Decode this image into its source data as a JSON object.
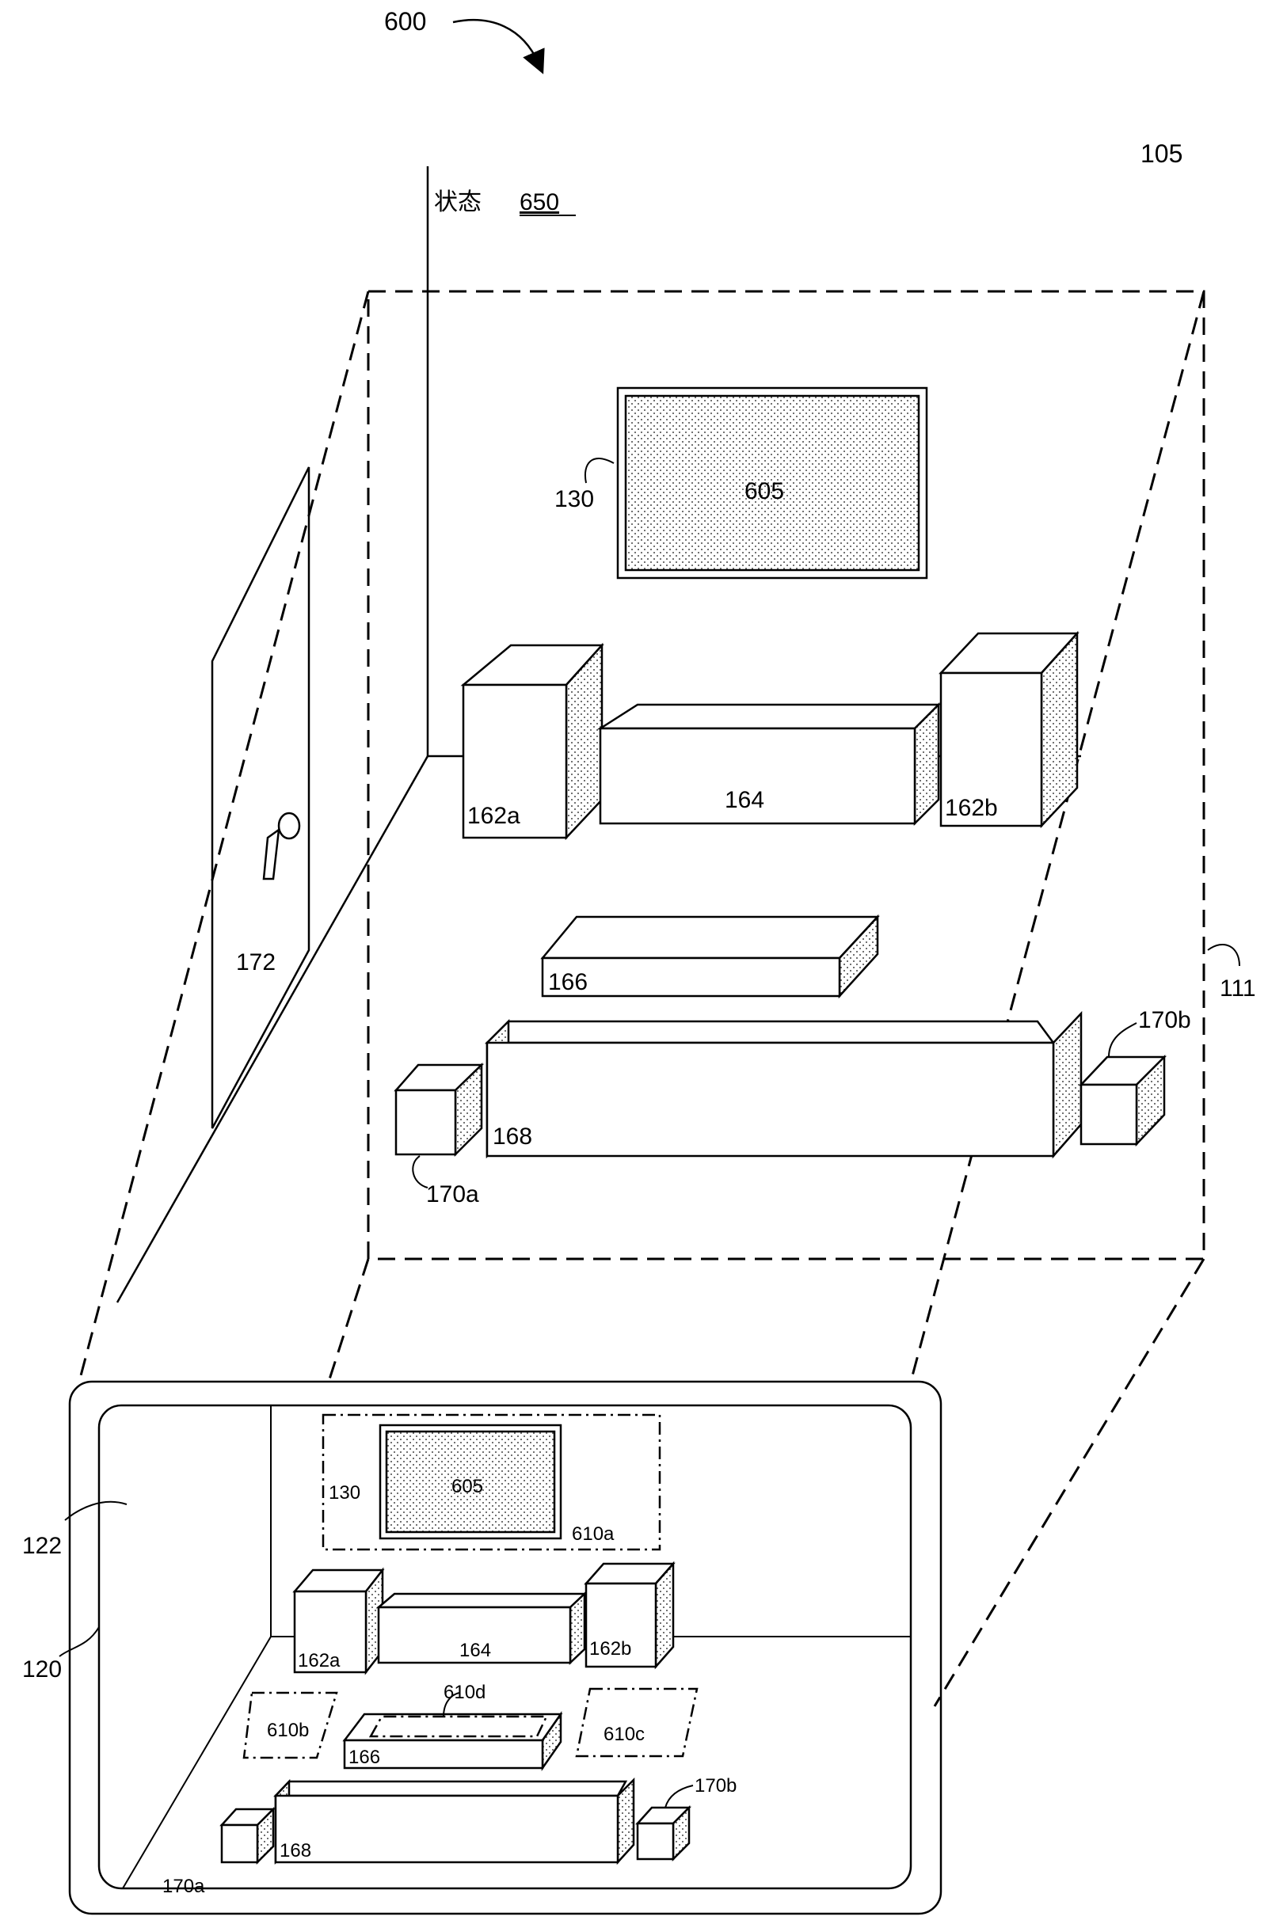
{
  "figure": {
    "number": "600",
    "environment": "105",
    "state": {
      "prefix": "状态",
      "number": "650"
    },
    "field_of_view": "111",
    "device": "120",
    "display": "122"
  },
  "room_labels": {
    "tv": "130",
    "screen_content": "605",
    "speaker_left": "162a",
    "speaker_right": "162b",
    "console": "164",
    "table": "166",
    "couch": "168",
    "side_table_left": "170a",
    "side_table_right": "170b",
    "door": "172"
  },
  "screen_labels": {
    "tv": "130",
    "screen_content": "605",
    "region_tv": "610a",
    "speaker_left": "162a",
    "speaker_right": "162b",
    "console": "164",
    "region_left": "610b",
    "region_right": "610c",
    "region_table": "610d",
    "table": "166",
    "couch": "168",
    "side_table_left": "170a",
    "side_table_right": "170b"
  }
}
